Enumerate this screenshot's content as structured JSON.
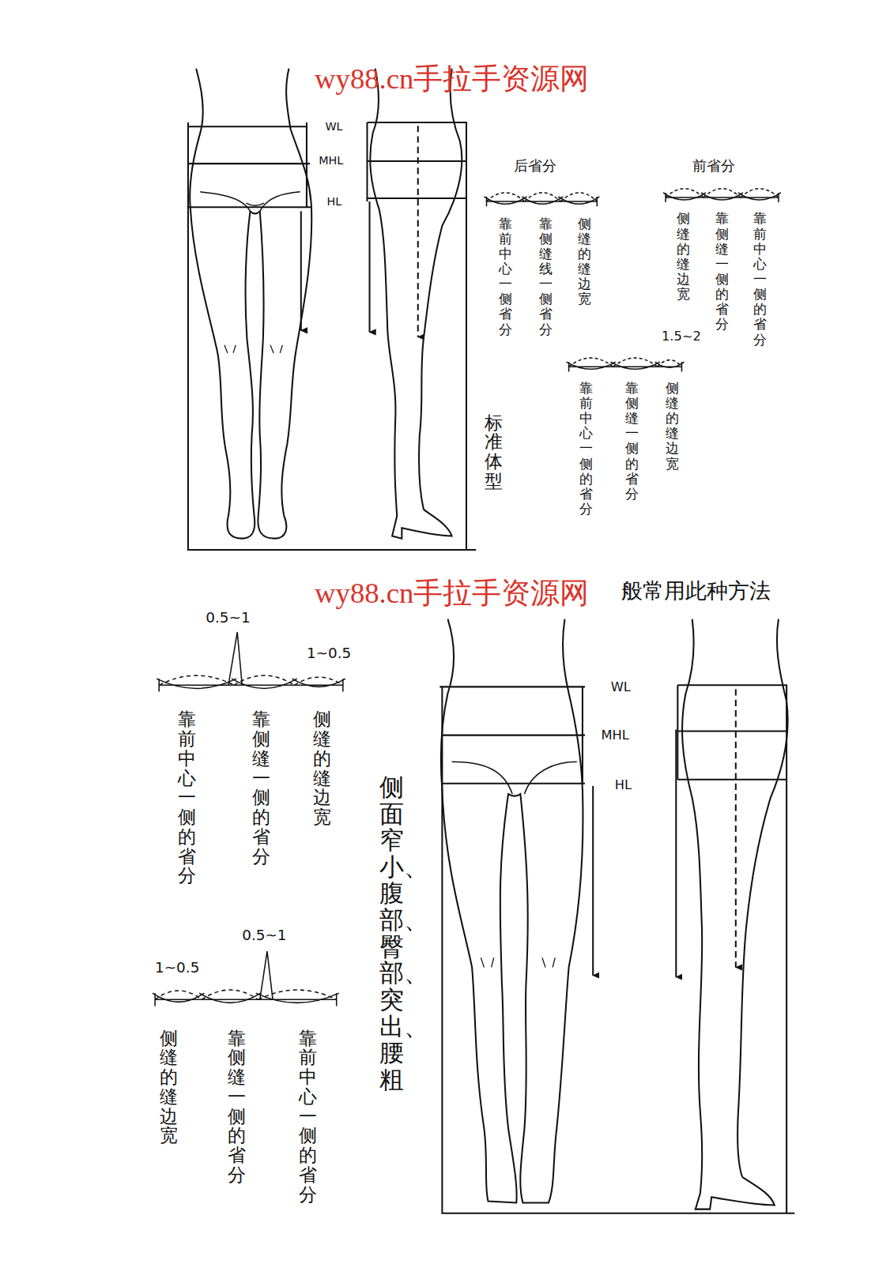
{
  "diagram": {
    "labels": [
      "wy88.cn手拉手资源网",
      "WL",
      "MHL",
      "HL",
      "后省分",
      "前省分",
      "靠前中心一侧省分",
      "靠侧缝线一侧省分",
      "侧缝的缝边宽",
      "侧缝的缝边宽",
      "靠侧缝一侧的省分",
      "靠前中心一侧的省分",
      "1.5~2",
      "靠前中心一侧的省分",
      "靠侧缝一侧的省分",
      "侧缝的缝边宽",
      "标准体型",
      "wy88.cn手拉手资源网",
      "般常用此种方法",
      "0.5~1",
      "1~0.5",
      "靠前中心一侧的省分",
      "靠侧缝一侧的省分",
      "侧缝的缝边宽",
      "0.5~1",
      "1~0.5",
      "侧缝的缝边宽",
      "靠侧缝一侧的省分",
      "靠前中心一侧的省分",
      "侧面窄小、腹部、臀部、突出、腰粗",
      "WL",
      "MHL",
      "HL"
    ]
  }
}
